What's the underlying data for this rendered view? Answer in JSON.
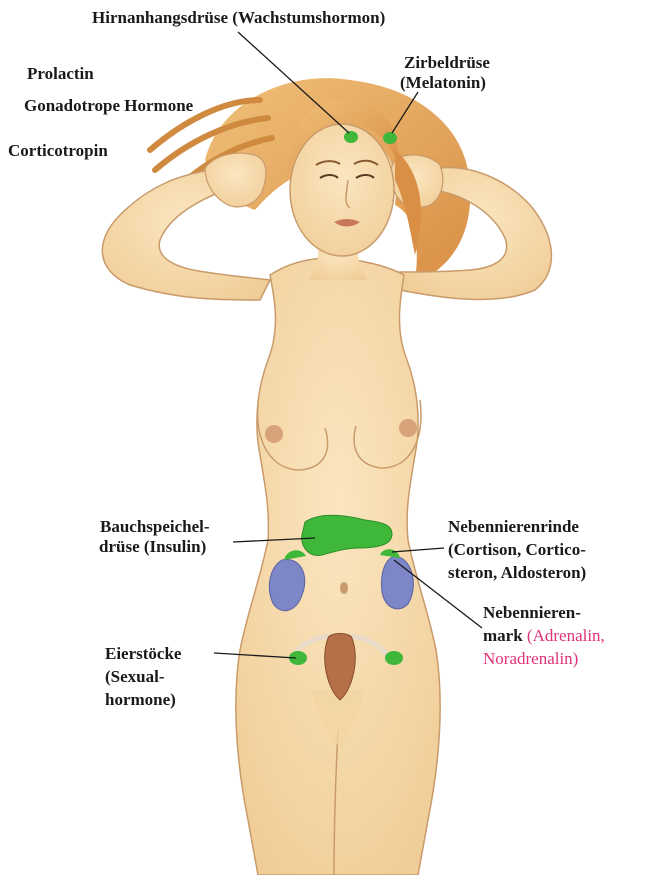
{
  "labels": {
    "hypophysis": "Hirnanhangsdrüse (Wachstumshormon)",
    "prolactin": "Prolactin",
    "gonadotrope": "Gonadotrope Hormone",
    "corticotropin": "Corticotropin",
    "pineal_line1": "Zirbeldrüse",
    "pineal_line2": "(Melatonin)",
    "pancreas_line1": "Bauchspeichel-",
    "pancreas_line2": "drüse (Insulin)",
    "cortex_line1": "Nebennierenrinde",
    "cortex_line2": "(Cortison, Cortico-",
    "cortex_line3": "steron, Aldosteron)",
    "medulla_line1": "Nebennieren-",
    "medulla_line2_a": "mark",
    "medulla_line2_b": "(Adrenalin,",
    "medulla_line3": "Noradrenalin)",
    "ovary_line1": "Eierstöcke",
    "ovary_line2": "(Sexual-",
    "ovary_line3": "hormone)"
  },
  "colors": {
    "gland_green": "#3fb83a",
    "kidney_blue": "#7d86c6",
    "skin": "#f6dcae",
    "hair": "#e3a560",
    "accent_pink": "#e0307a",
    "leader_line": "#1a1a1a"
  }
}
